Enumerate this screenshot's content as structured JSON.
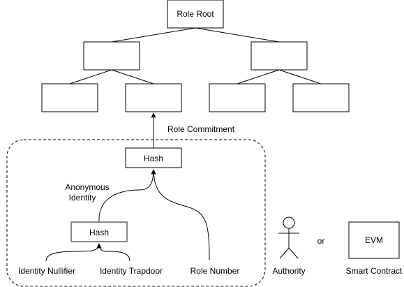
{
  "diagram": {
    "root": {
      "label": "Role Root"
    },
    "tree_nodes": [
      {
        "id": "mid-left",
        "label": ""
      },
      {
        "id": "mid-right",
        "label": ""
      },
      {
        "id": "leaf-1",
        "label": ""
      },
      {
        "id": "leaf-2",
        "label": ""
      },
      {
        "id": "leaf-3",
        "label": ""
      },
      {
        "id": "leaf-4",
        "label": ""
      }
    ],
    "role_commitment_label": "Role Commitment",
    "hash_top_label": "Hash",
    "anonymous_identity_label": [
      "Anonymous",
      "Identity"
    ],
    "hash_inner_label": "Hash",
    "inputs": {
      "identity_nullifier": "Identity Nullifier",
      "identity_trapdoor": "Identity Trapdoor",
      "role_number": "Role Number"
    },
    "authority_label": "Authority",
    "or_label": "or",
    "evm_box_label": "EVM",
    "smart_contract_label": "Smart Contract"
  }
}
